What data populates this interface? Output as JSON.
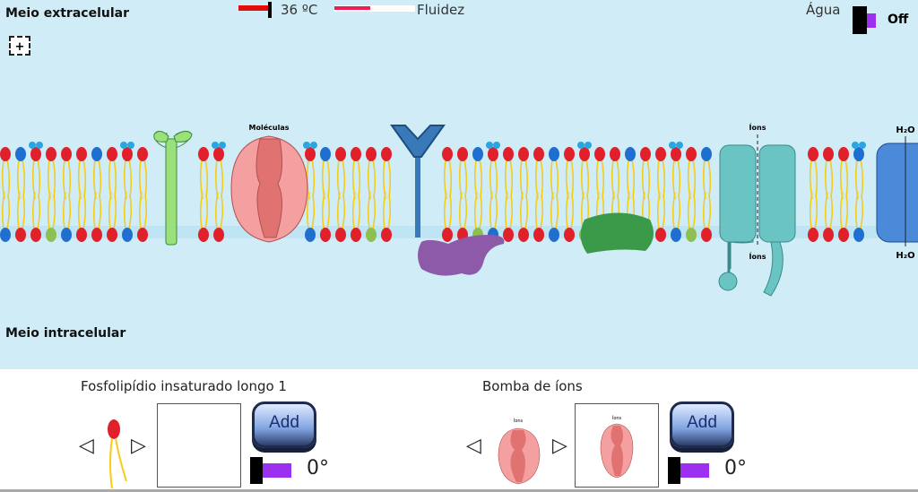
{
  "sim": {
    "extracellular": "Meio extracelular",
    "intracellular": "Meio intracelular",
    "temperature": "36 ºC",
    "temperature_level": 0.35,
    "fluidity_label": "Fluidez",
    "fluidity_level": 0.45,
    "water_label": "Água",
    "water_state": "Off",
    "protein_labels": {
      "molecules": "Moléculas",
      "ions_top": "Íons",
      "ions_bottom": "Íons",
      "h2o_top": "H₂O",
      "h2o_bottom": "H₂O"
    },
    "colors": {
      "background": "#d0ecf7",
      "head_red": "#e0202a",
      "head_blue": "#1f6fd0",
      "head_green": "#8dc050",
      "tail": "#f5cc1a"
    }
  },
  "panel": {
    "left": {
      "title": "Fosfolipídio insaturado longo 1",
      "prev": "◁",
      "next": "▷",
      "add": "Add",
      "rotation": "0°"
    },
    "right": {
      "title": "Bomba de íons",
      "prev": "◁",
      "next": "▷",
      "add": "Add",
      "rotation": "0°",
      "icon_label": "Íons"
    }
  }
}
